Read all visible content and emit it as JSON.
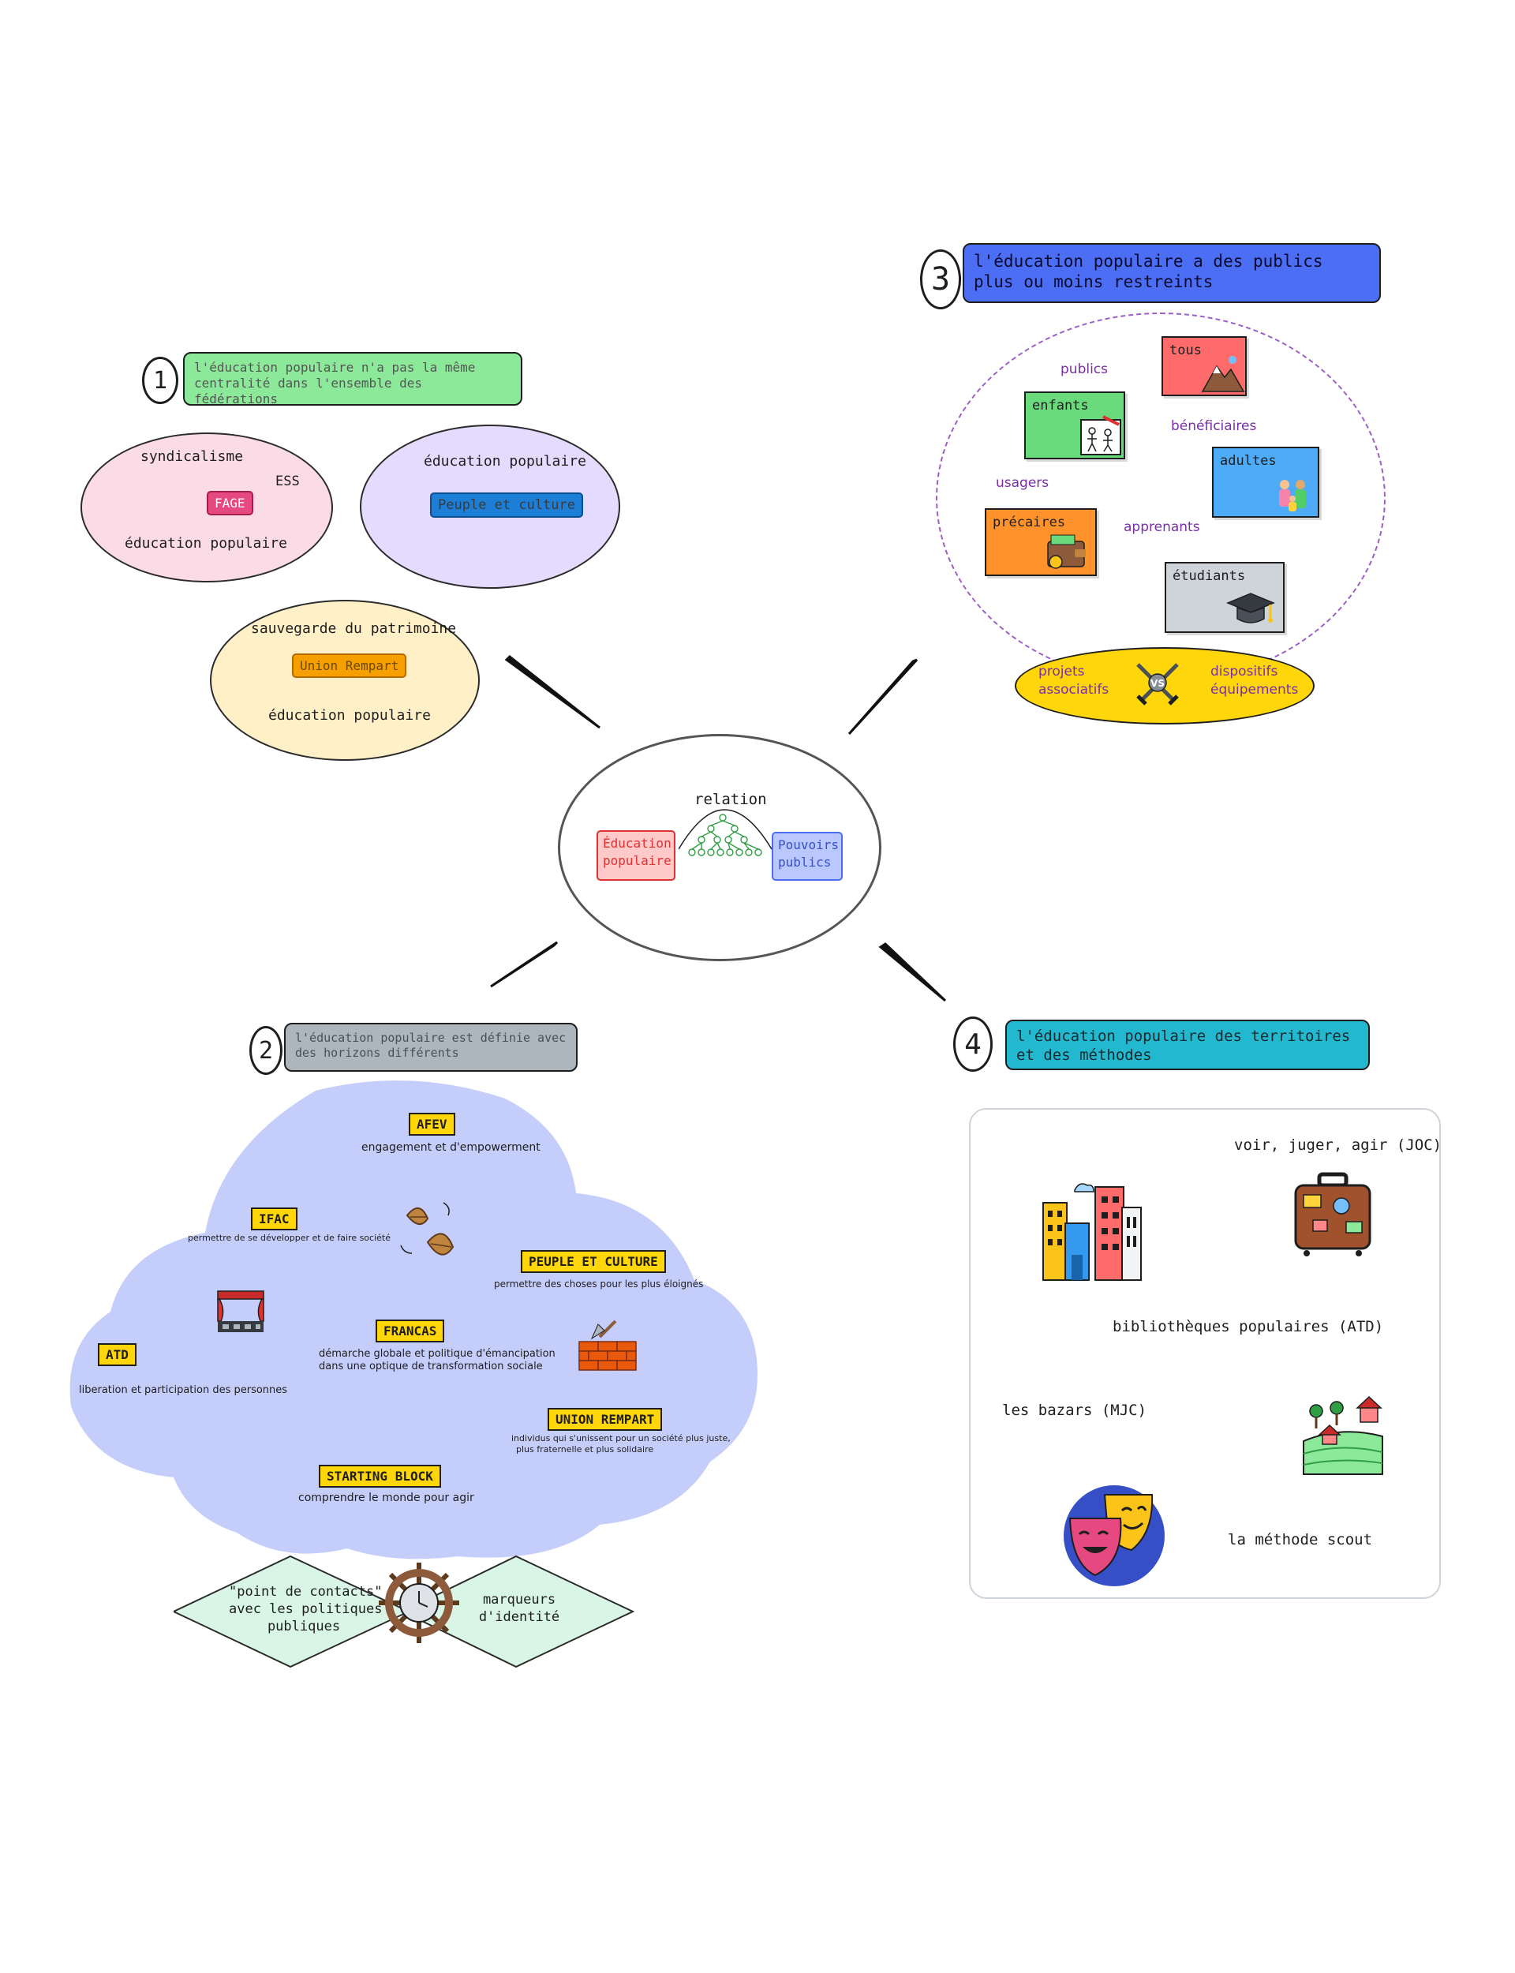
{
  "center": {
    "relation_label": "relation",
    "left_box": "Éducation populaire",
    "right_box": "Pouvoirs publics"
  },
  "section1": {
    "number": "1",
    "header": "l'éducation populaire n'a pas la même centralité dans l'ensemble des fédérations",
    "pink": {
      "top_label": "syndicalisme",
      "side_label": "ESS",
      "tag": "FAGE",
      "bottom_label": "éducation populaire"
    },
    "lavender": {
      "top_label": "éducation populaire",
      "tag": "Peuple et culture"
    },
    "yellow": {
      "top_label": "sauvegarde du patrimoine",
      "tag": "Union Rempart",
      "bottom_label": "éducation populaire"
    }
  },
  "section2": {
    "number": "2",
    "header": "l'éducation populaire est définie avec des horizons différents",
    "orgs": [
      {
        "name": "AFEV",
        "desc": "engagement et d'empowerment"
      },
      {
        "name": "IFAC",
        "desc": "permettre de se développer et de faire société"
      },
      {
        "name": "PEUPLE ET CULTURE",
        "desc": "permettre des choses pour les plus éloignés"
      },
      {
        "name": "FRANCAS",
        "desc": "démarche globale et politique d'émancipation",
        "desc2": "dans une optique de transformation sociale"
      },
      {
        "name": "ATD",
        "desc": "liberation et participation des personnes"
      },
      {
        "name": "UNION REMPART",
        "desc": "individus qui s'unissent pour un société plus juste,",
        "desc2": "plus fraternelle et plus solidaire"
      },
      {
        "name": "STARTING BLOCK",
        "desc": "comprendre le monde pour agir"
      }
    ],
    "diamond_left": [
      "\"point de contacts\"",
      "avec les politiques",
      "publiques"
    ],
    "diamond_right": [
      "marqueurs",
      "d'identité"
    ]
  },
  "section3": {
    "number": "3",
    "header": "l'éducation populaire a des publics plus ou moins restreints",
    "words": {
      "publics": "publics",
      "beneficiaires": "bénéficiaires",
      "usagers": "usagers",
      "apprenants": "apprenants"
    },
    "cards": {
      "tous": "tous",
      "enfants": "enfants",
      "adultes": "adultes",
      "precaires": "précaires",
      "etudiants": "étudiants"
    },
    "bottom_left": [
      "projets",
      "associatifs"
    ],
    "bottom_vs": "VS",
    "bottom_right": [
      "dispositifs",
      "équipements"
    ]
  },
  "section4": {
    "number": "4",
    "header": "l'éducation populaire des territoires et des méthodes",
    "items": {
      "joc": "voir, juger, agir (JOC)",
      "bibliotheques": "bibliothèques populaires (ATD)",
      "bazars": "les bazars (MJC)",
      "scout": "la méthode scout"
    }
  },
  "colors": {
    "green_header": "#8ce99a",
    "blue_header": "#4c6ef5",
    "gray_header": "#adb5bd",
    "teal_header": "#22b8cf",
    "cloud": "#c5cdfb",
    "pink": "#fbdce6",
    "lavender": "#e5dbff",
    "cream": "#fff0c8",
    "yellow_label": "#ffd60a",
    "mint": "#d8f5e6"
  },
  "icons": [
    "mountain-icon",
    "kids-drawing-icon",
    "family-icon",
    "wallet-icon",
    "graduation-cap-icon",
    "swords-vs-icon",
    "autumn-leaves-icon",
    "theater-stage-icon",
    "brick-wall-icon",
    "ship-wheel-icon",
    "city-buildings-icon",
    "suitcase-icon",
    "countryside-icon",
    "theater-masks-icon",
    "tree-diagram-icon"
  ]
}
